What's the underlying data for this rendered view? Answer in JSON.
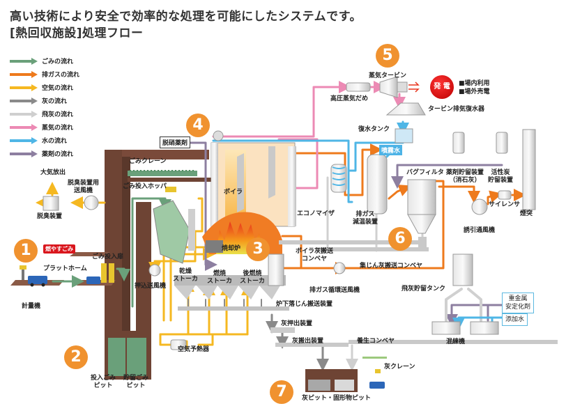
{
  "header": {
    "title": "高い技術により安全で効率的な処理を可能にしたシステムです。",
    "subtitle": "[熱回収施設]処理フロー"
  },
  "legend": [
    {
      "label": "ごみの流れ",
      "color": "#6aa07a"
    },
    {
      "label": "排ガスの流れ",
      "color": "#ee7a1c"
    },
    {
      "label": "空気の流れ",
      "color": "#f5b821"
    },
    {
      "label": "灰の流れ",
      "color": "#8a8a8a"
    },
    {
      "label": "飛灰の流れ",
      "color": "#cfcfcf"
    },
    {
      "label": "蒸気の流れ",
      "color": "#ec8ab4"
    },
    {
      "label": "水の流れ",
      "color": "#4fb6e6"
    },
    {
      "label": "薬剤の流れ",
      "color": "#8d7fa0"
    }
  ],
  "steps": [
    "1",
    "2",
    "3",
    "4",
    "5",
    "6",
    "7"
  ],
  "labels": {
    "burnable_waste": "燃やすごみ",
    "weighing": "計量機",
    "platform": "プラットホーム",
    "door": "ごみ投入扉",
    "pit_in_1": "投入ごみ",
    "pit_in_2": "ピット",
    "pit_st_1": "貯留ごみ",
    "pit_st_2": "ピット",
    "crane": "ごみクレーン",
    "hopper": "ごみ投入ホッパ",
    "atmosphere": "大気放出",
    "deodor_fan_1": "脱臭装置用",
    "deodor_fan_2": "送風機",
    "deodorizer": "脱臭装置",
    "push_fan": "押込送風機",
    "denox": "脱硝薬剤",
    "boiler": "ボイラ",
    "incinerator": "焼却炉",
    "dry_1": "乾燥",
    "dry_2": "ストーカ",
    "burn_1": "燃焼",
    "burn_2": "ストーカ",
    "after_1": "後燃焼",
    "after_2": "ストーカ",
    "air_preheater": "空気予熱器",
    "furnace_conveyor": "炉下落じん搬送装置",
    "ash_pusher": "灰押出装置",
    "ash_out": "灰搬出装置",
    "curing_conveyor": "養生コンベヤ",
    "ash_crane": "灰クレーン",
    "ash_pit": "灰ピット・固形物ピット",
    "steam_header": "高圧蒸気だめ",
    "turbine": "蒸気タービン",
    "generation": "発 電",
    "use_1": "■場内利用",
    "use_2": "■場外売電",
    "condenser": "タービン排気復水器",
    "water_tank": "復水タンク",
    "spray": "噴霧水",
    "economizer": "エコノマイザ",
    "cooler_1": "排ガス",
    "cooler_2": "減温装置",
    "bag_filter": "バグフィルタ",
    "chem_1": "薬剤貯留装置",
    "chem_2": "（消石灰）",
    "carbon_1": "活性炭",
    "carbon_2": "貯留装置",
    "silencer": "サイレンサ",
    "chimney": "煙突",
    "idf": "誘引通風機",
    "boiler_ash_1": "ボイラ灰搬送",
    "boiler_ash_2": "コンベヤ",
    "dust_conveyor": "集じん灰搬送コンベヤ",
    "recirc_fan": "排ガス循環送風機",
    "fly_ash_tank": "飛灰貯留タンク",
    "heavy_1": "重金属",
    "heavy_2": "安定化剤",
    "add_water": "添加水",
    "mixer": "混練機"
  }
}
